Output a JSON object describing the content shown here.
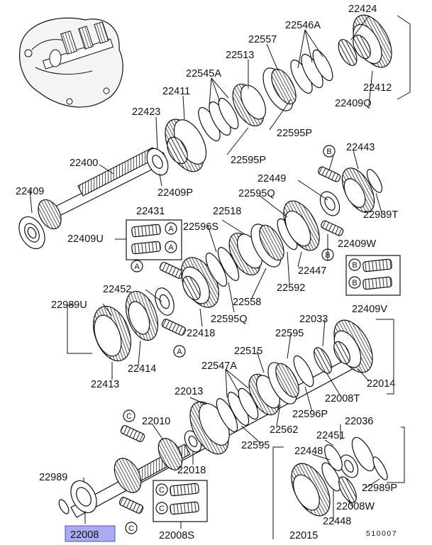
{
  "diagram": {
    "figure_code": "510007",
    "highlighted_part": "22008",
    "colors": {
      "line": "#111111",
      "highlight": "#a9acf0",
      "highlight_border": "#4a4fd0",
      "gear_fill": "#ffffff"
    },
    "labels": {
      "p22424": "22424",
      "p22546A": "22546A",
      "p22557": "22557",
      "p22513": "22513",
      "p22545A": "22545A",
      "p22411": "22411",
      "p22412": "22412",
      "p22409Q": "22409Q",
      "p22423": "22423",
      "p22595P_a": "22595P",
      "p22595P_b": "22595P",
      "p22443": "22443",
      "p22400": "22400",
      "p22449": "22449",
      "p22409": "22409",
      "p22409P": "22409P",
      "p22595Q_a": "22595Q",
      "p22989T": "22989T",
      "p22431": "22431",
      "p22518": "22518",
      "p22596S": "22596S",
      "p22409U": "22409U",
      "p22409W": "22409W",
      "p22447": "22447",
      "p22452": "22452",
      "p22592": "22592",
      "p22989U": "22989U",
      "p22558": "22558",
      "p22409V": "22409V",
      "p22418": "22418",
      "p22595Q_b": "22595Q",
      "p22033": "22033",
      "p22595": "22595",
      "p22515": "22515",
      "p22414": "22414",
      "p22547A": "22547A",
      "p22014": "22014",
      "p22413": "22413",
      "p22008T": "22008T",
      "p22013": "22013",
      "p22596P": "22596P",
      "p22010": "22010",
      "p22562": "22562",
      "p22036": "22036",
      "p22451": "22451",
      "p22595_b": "22595",
      "p22018": "22018",
      "p22448_a": "22448",
      "p22989": "22989",
      "p22989P": "22989P",
      "p22008W": "22008W",
      "p22448_b": "22448",
      "p22008S": "22008S",
      "p22015": "22015",
      "p22008": "22008"
    },
    "callouts": {
      "a": "A",
      "b": "B",
      "c": "C"
    }
  }
}
